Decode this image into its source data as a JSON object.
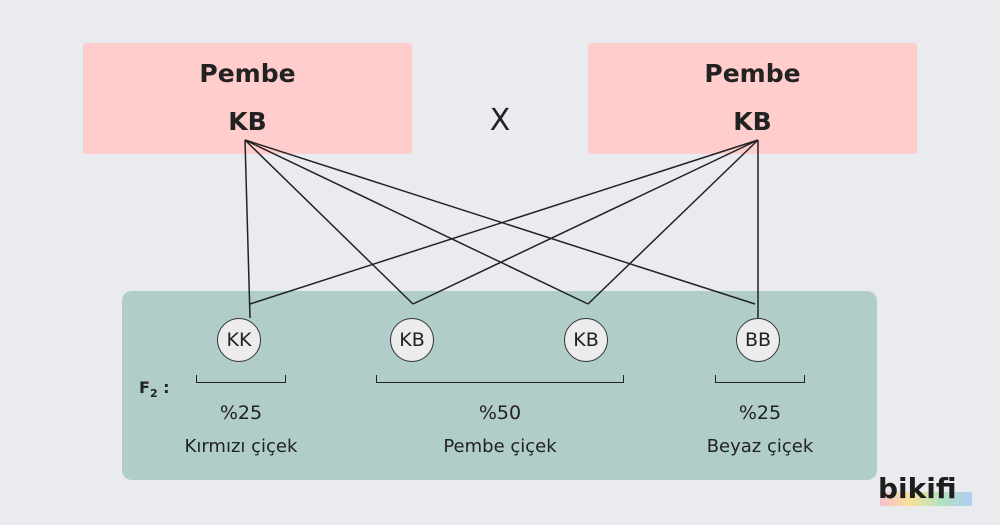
{
  "parents": {
    "left": {
      "name": "Pembe",
      "genotype": "KB"
    },
    "cross_symbol": "X",
    "right": {
      "name": "Pembe",
      "genotype": "KB"
    }
  },
  "offspring": {
    "generation_label": "F",
    "generation_subscript": "2",
    "generation_colon": ":",
    "genotypes": [
      "KK",
      "KB",
      "KB",
      "BB"
    ],
    "groups": [
      {
        "percent": "%25",
        "phenotype": "Kırmızı çiçek"
      },
      {
        "percent": "%50",
        "phenotype": "Pembe çiçek"
      },
      {
        "percent": "%25",
        "phenotype": "Beyaz çiçek"
      }
    ]
  },
  "colors": {
    "parent_box": "#ffcdcb",
    "offspring_panel": "#b0cdca",
    "background": "#e9ebef"
  },
  "logo": {
    "text": "bikifi"
  }
}
